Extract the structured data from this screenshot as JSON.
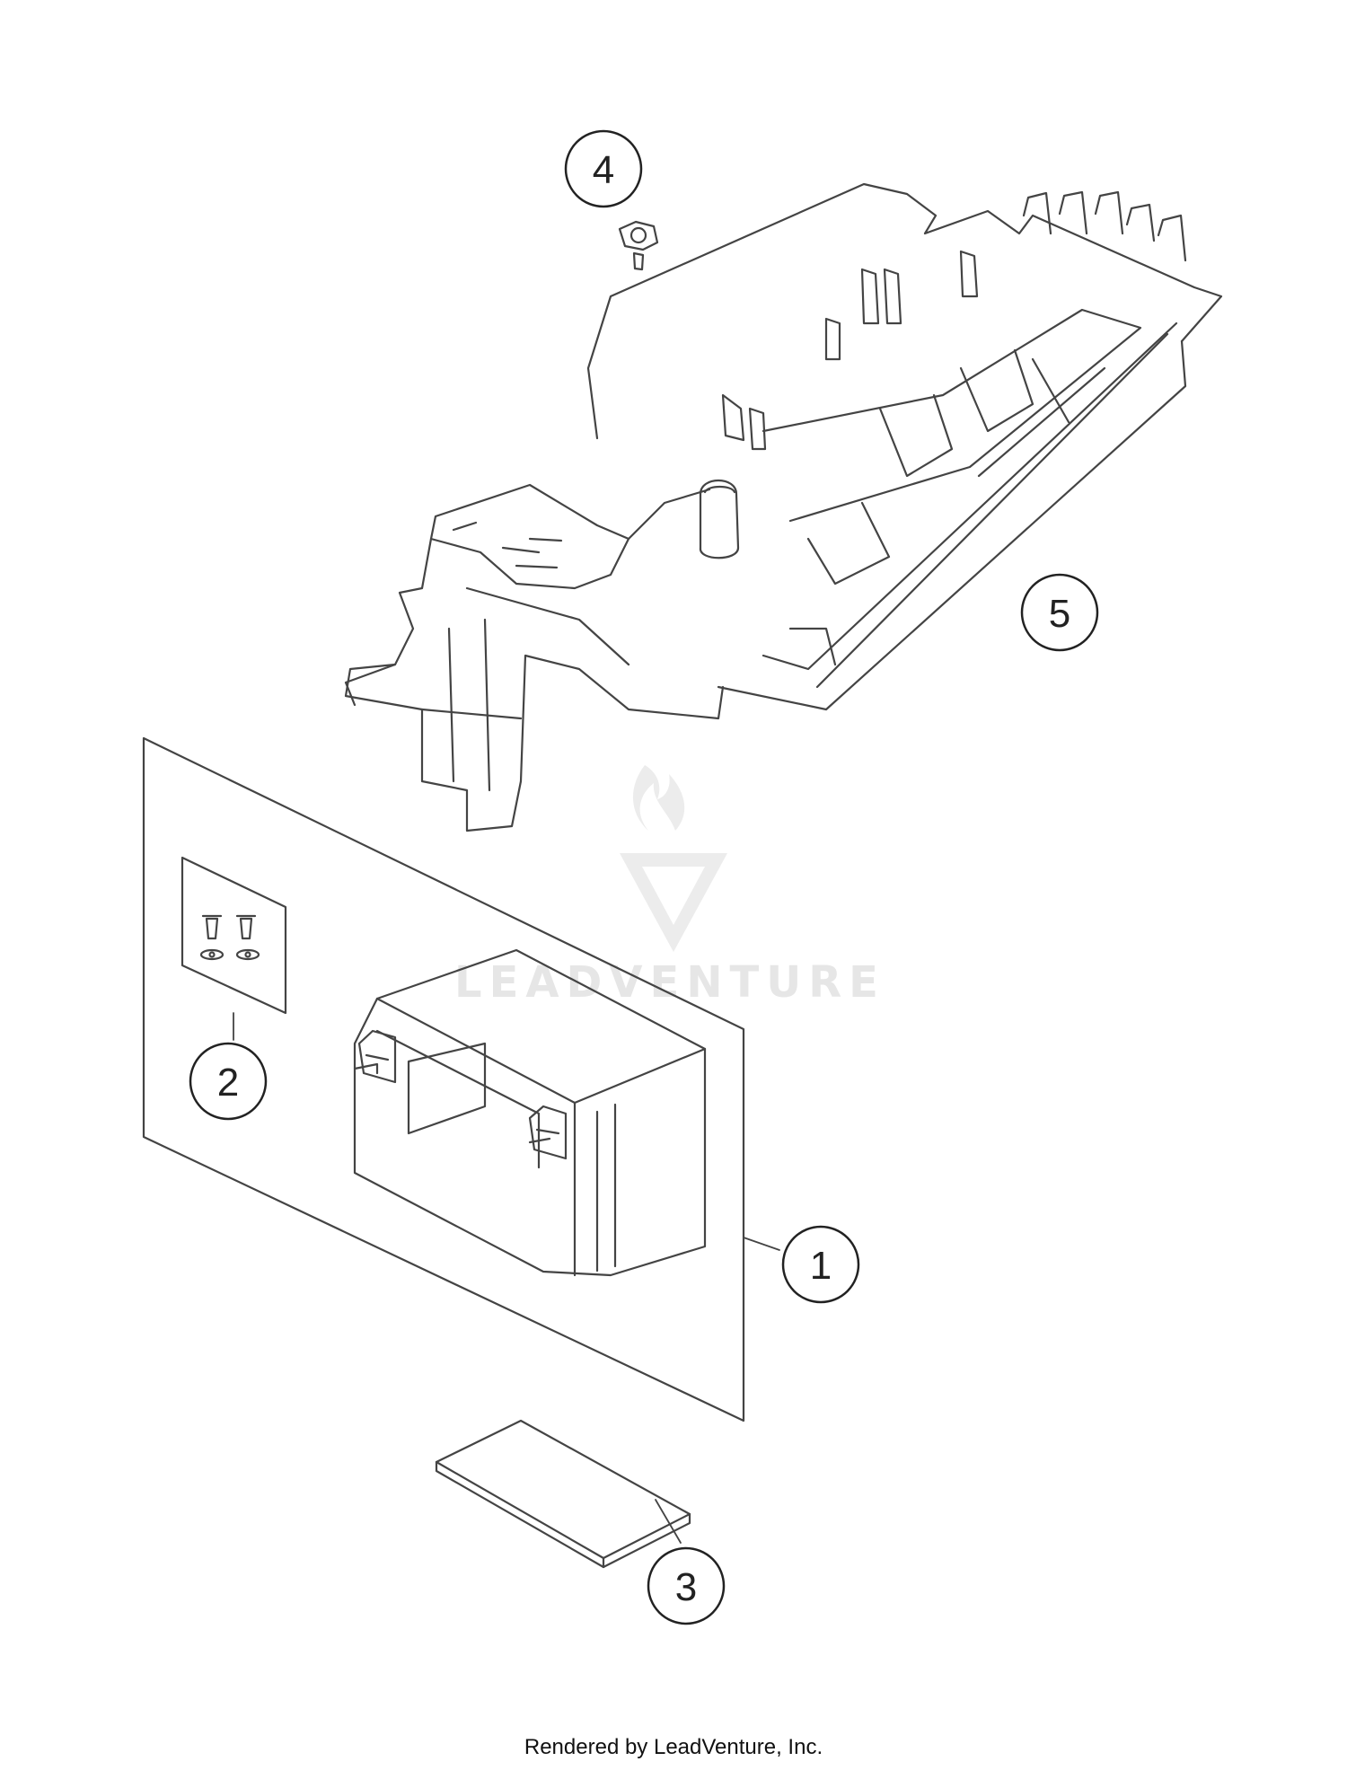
{
  "callouts": {
    "c1": "1",
    "c2": "2",
    "c3": "3",
    "c4": "4",
    "c5": "5"
  },
  "watermark": "LEADVENTURE",
  "footer": "Rendered by LeadVenture, Inc."
}
